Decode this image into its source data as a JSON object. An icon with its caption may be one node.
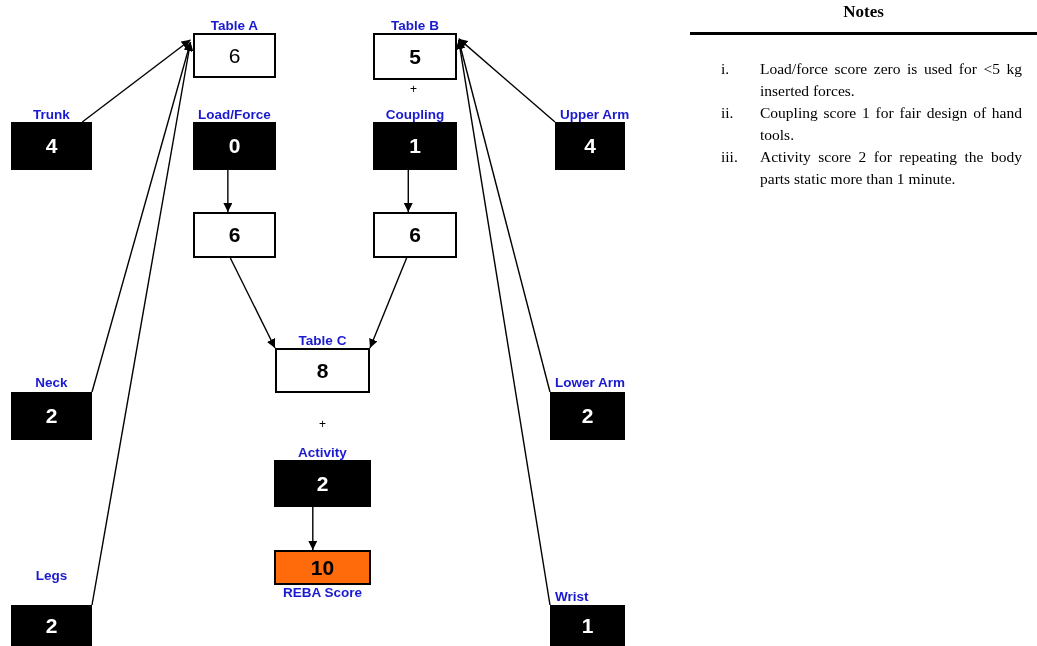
{
  "diagram": {
    "nodes": [
      {
        "text": [
          "Table A",
          "6"
        ]
      },
      {
        "text": [
          "Table B",
          "5"
        ]
      },
      {
        "text": [
          "Trunk",
          "4"
        ]
      },
      {
        "text": [
          "Load/Force",
          "0"
        ]
      },
      {
        "text": [
          "Coupling",
          "1"
        ]
      },
      {
        "text": [
          "Upper Arm",
          "4"
        ]
      },
      {
        "text": [
          "6"
        ]
      },
      {
        "text": [
          "6"
        ]
      },
      {
        "text": [
          "Table C",
          "8"
        ]
      },
      {
        "text": [
          "Neck",
          "2"
        ]
      },
      {
        "text": [
          "Lower Arm",
          "2"
        ]
      },
      {
        "text": [
          "Activity",
          "2"
        ]
      },
      {
        "text": [
          "10",
          "REBA Score"
        ]
      },
      {
        "text": [
          "Legs",
          "2"
        ]
      },
      {
        "text": [
          "Wrist",
          "1"
        ]
      }
    ],
    "edges": [
      {
        "from": 2,
        "to": 0,
        "arrow": "to"
      },
      {
        "from": 9,
        "to": 0,
        "arrow": "to"
      },
      {
        "from": 13,
        "to": 0,
        "arrow": "to"
      },
      {
        "from": 5,
        "to": 1,
        "arrow": "to"
      },
      {
        "from": 10,
        "to": 1,
        "arrow": "to"
      },
      {
        "from": 14,
        "to": 1,
        "arrow": "to"
      },
      {
        "from": 3,
        "to": 6,
        "arrow": "to"
      },
      {
        "from": 4,
        "to": 7,
        "arrow": "to"
      },
      {
        "from": 6,
        "to": 8,
        "arrow": "to"
      },
      {
        "from": 7,
        "to": 8,
        "arrow": "to"
      },
      {
        "from": 11,
        "to": 12,
        "arrow": "to"
      }
    ],
    "labels": [
      "Notes",
      "+",
      "i.",
      "Load/force score zero is used for <5 kg inserted forces.",
      "ii.",
      "Coupling score 1 for fair design of hand tools.",
      "iii.",
      "Activity score 2 for repeating the body parts static more than 1 minute.",
      "+"
    ]
  }
}
